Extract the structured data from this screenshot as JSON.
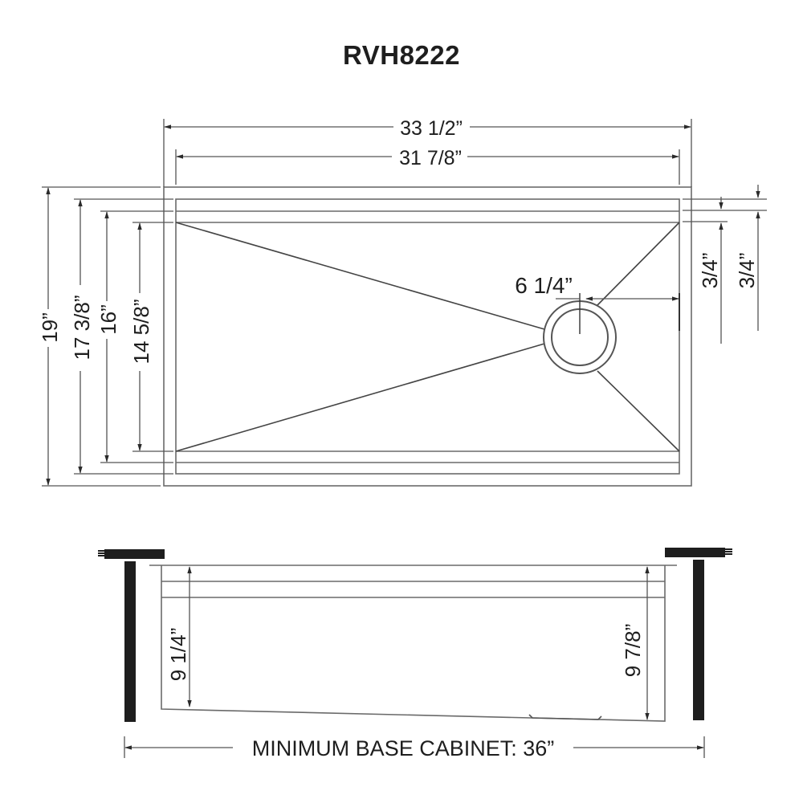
{
  "title": "RVH8222",
  "top_view": {
    "overall_width": "33 1/2”",
    "inner_width": "31 7/8”",
    "overall_depth": "19”",
    "depth_2": "17 3/8”",
    "depth_3": "16”",
    "bowl_depth": "14 5/8”",
    "drain_offset": "6 1/4”",
    "ledge_1": "3/4”",
    "ledge_2": "3/4”"
  },
  "side_view": {
    "front_height": "9 1/4”",
    "rear_height": "9 7/8”",
    "min_cabinet": "MINIMUM BASE CABINET: 36”"
  },
  "colors": {
    "line": "#6a6a6a",
    "dark": "#1e1e1e",
    "background": "#ffffff"
  }
}
